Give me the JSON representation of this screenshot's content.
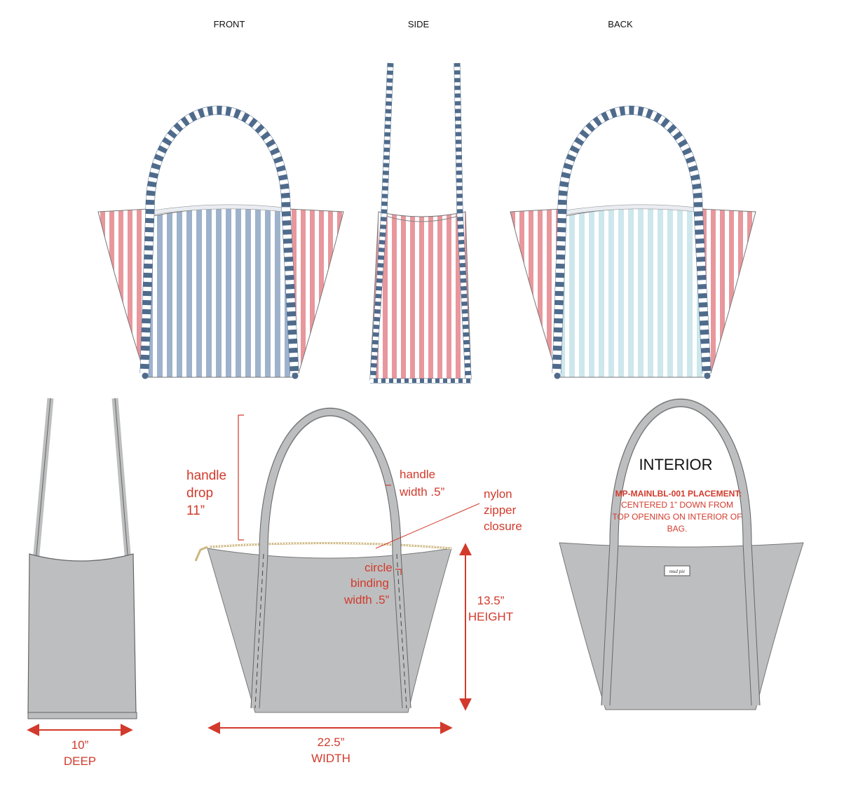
{
  "views": {
    "front": "FRONT",
    "side": "SIDE",
    "back": "BACK"
  },
  "callouts": {
    "handle_drop": [
      "handle",
      "drop",
      "11”"
    ],
    "handle_width": [
      "handle",
      "width .5”"
    ],
    "zipper": [
      "nylon",
      "zipper",
      "closure"
    ],
    "binding": [
      "circle",
      "binding",
      "width .5”"
    ],
    "height": [
      "13.5”",
      "HEIGHT"
    ],
    "width": [
      "22.5”",
      "WIDTH"
    ],
    "deep": [
      "10”",
      "DEEP"
    ]
  },
  "interior": {
    "title": "INTERIOR",
    "placement_title": "MP-MAINLBL-001 PLACEMENT:",
    "placement_note": [
      "CENTERED 1” DOWN FROM",
      "TOP OPENING ON INTERIOR OF",
      "BAG."
    ],
    "label_logo": "mud pie"
  },
  "colors": {
    "handle_stripe": "#4f6b8c",
    "pink_stripe": "#e8979c",
    "blue_stripe": "#9eb2cc",
    "aqua_stripe": "#cde7ec",
    "bag_gray": "#bdbebf",
    "callout_red": "#d23a2c",
    "zipper_gold": "#cdb77f"
  }
}
